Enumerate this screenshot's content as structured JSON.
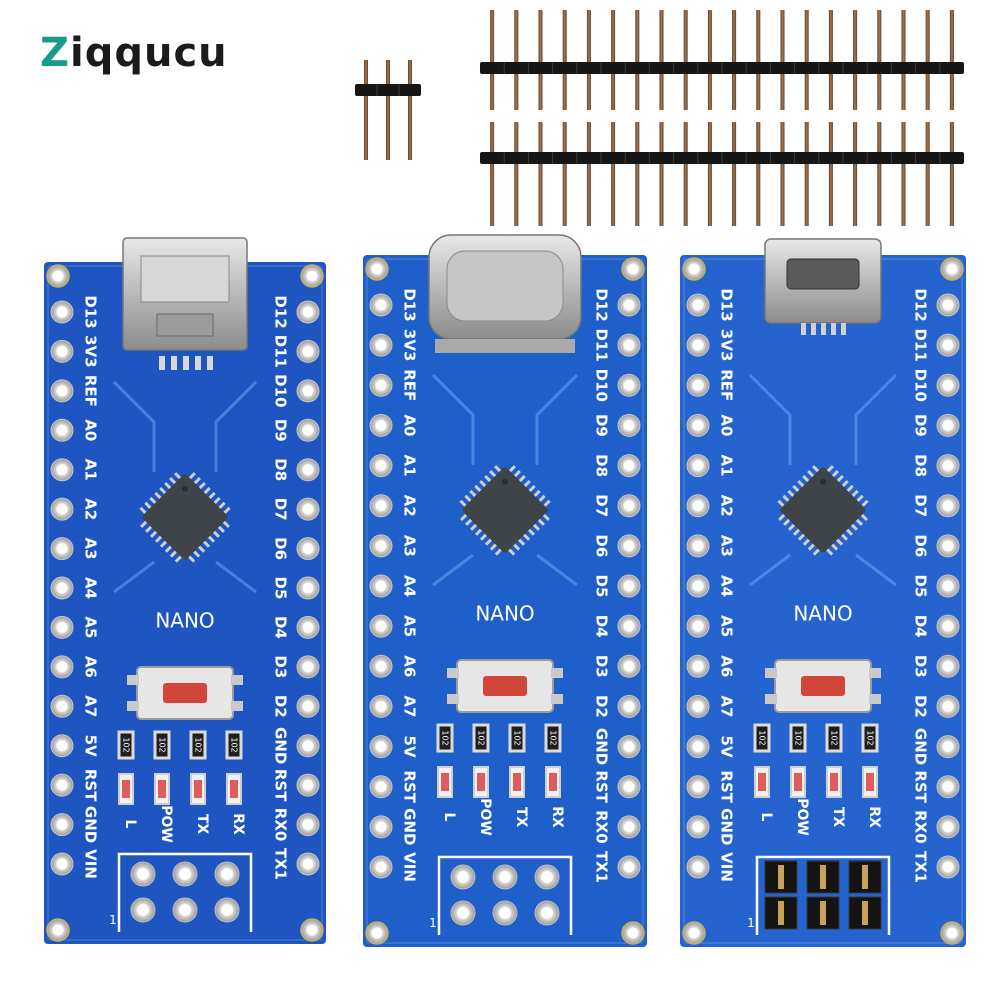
{
  "brand": {
    "first_letter": "Z",
    "rest": "iqqucu",
    "accent": "#1a9a8a"
  },
  "board_label": "NANO",
  "pcb_color": "#1f5fc4",
  "left_header_labels": [
    "D13",
    "3V3",
    "REF",
    "A0",
    "A1",
    "A2",
    "A3",
    "A4",
    "A5",
    "A6",
    "A7",
    "5V",
    "RST",
    "GND",
    "VIN"
  ],
  "right_header_labels": [
    "D12",
    "D11",
    "D10",
    "D9",
    "D8",
    "D7",
    "D6",
    "D5",
    "D4",
    "D3",
    "D2",
    "GND",
    "RST",
    "RX0",
    "TX1"
  ],
  "led_labels": [
    "L",
    "POW",
    "TX",
    "RX"
  ],
  "resistor_marking": "102",
  "icsp_pin_marker": "1",
  "boards": [
    {
      "connector": "Mini USB"
    },
    {
      "connector": "USB Type-C"
    },
    {
      "connector": "Micro USB"
    }
  ]
}
